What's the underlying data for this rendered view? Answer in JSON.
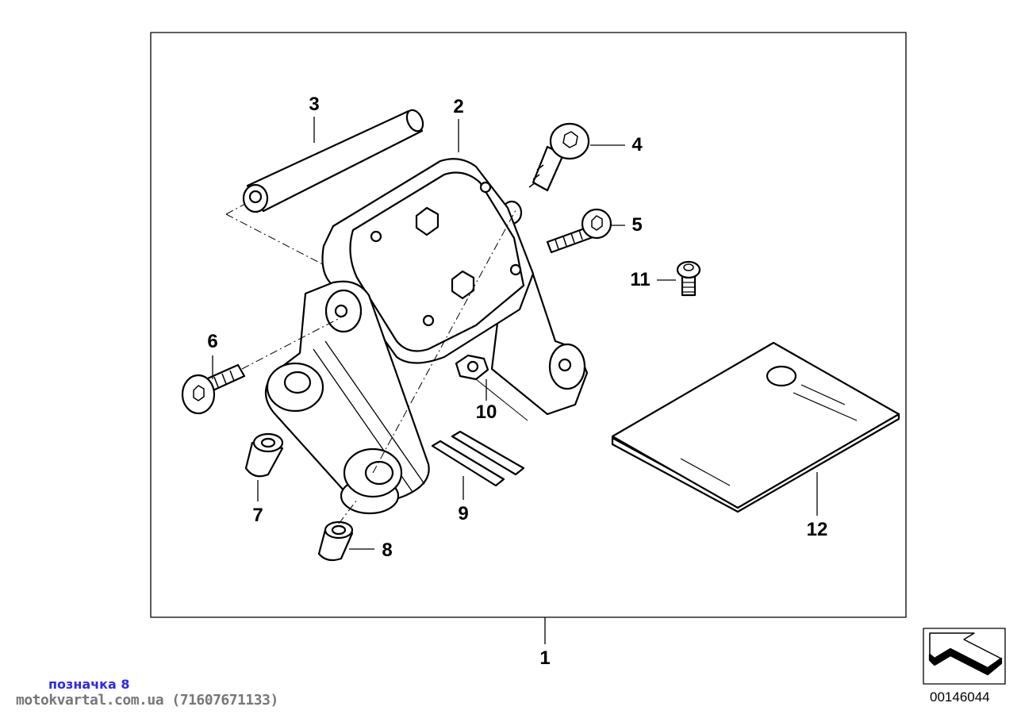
{
  "diagram": {
    "callouts": [
      "1",
      "2",
      "3",
      "4",
      "5",
      "6",
      "7",
      "8",
      "9",
      "10",
      "11",
      "12"
    ],
    "drawing_number": "00146044",
    "line_color": "#000000"
  },
  "watermark": {
    "label": "позначка 8",
    "site": "motokvartal.com.ua (71607671133)",
    "label_color": "#2a2af0",
    "site_color": "#777777"
  }
}
